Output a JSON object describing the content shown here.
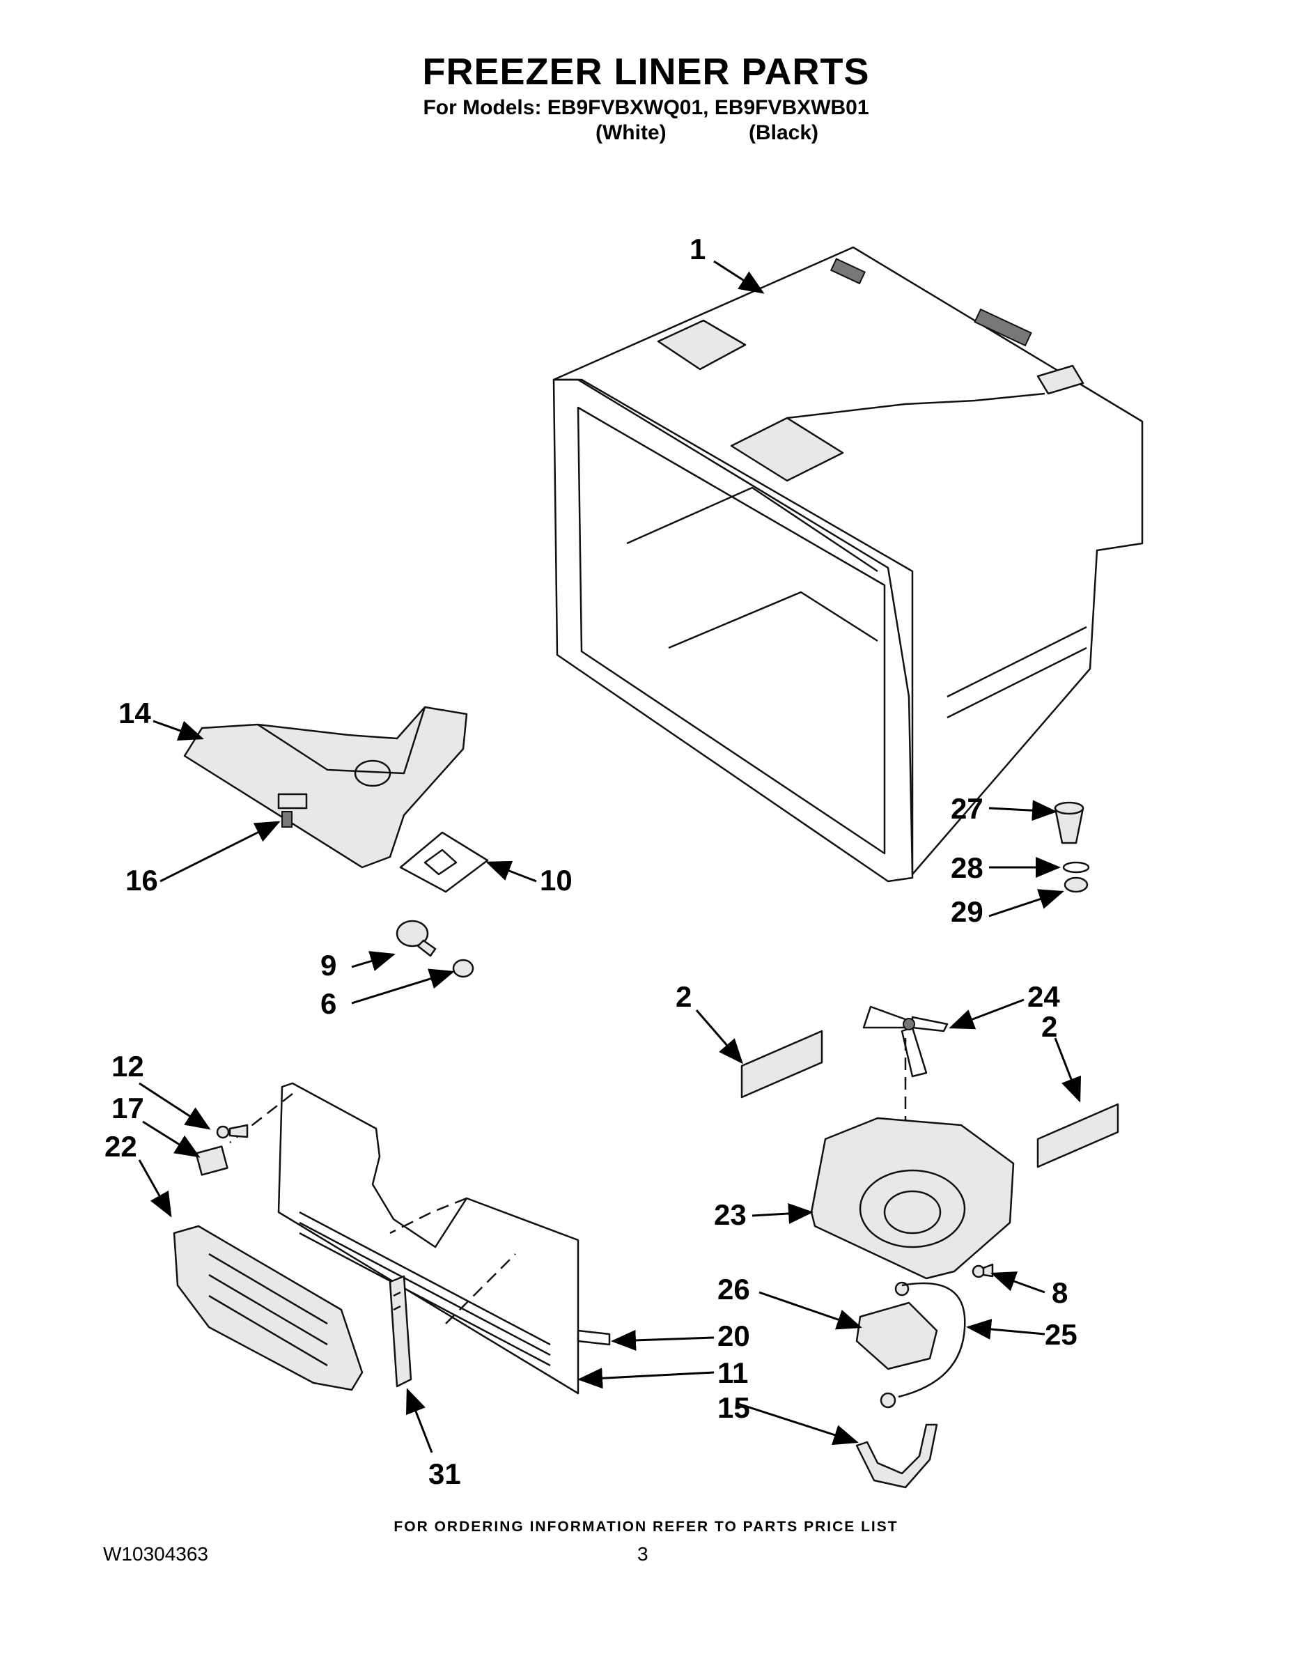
{
  "header": {
    "title": "FREEZER LINER PARTS",
    "models_line": "For Models: EB9FVBXWQ01, EB9FVBXWB01",
    "variant_white": "(White)",
    "variant_black": "(Black)"
  },
  "callouts": {
    "c1": "1",
    "c2a": "2",
    "c2b": "2",
    "c6": "6",
    "c8": "8",
    "c9": "9",
    "c10": "10",
    "c11": "11",
    "c12": "12",
    "c14": "14",
    "c15": "15",
    "c16": "16",
    "c17": "17",
    "c20": "20",
    "c22": "22",
    "c23": "23",
    "c24": "24",
    "c25": "25",
    "c26": "26",
    "c27": "27",
    "c28": "28",
    "c29": "29",
    "c31": "31"
  },
  "footer": {
    "ordering_note": "FOR ORDERING INFORMATION REFER TO PARTS PRICE LIST",
    "document_number": "W10304363",
    "page_number": "3"
  }
}
